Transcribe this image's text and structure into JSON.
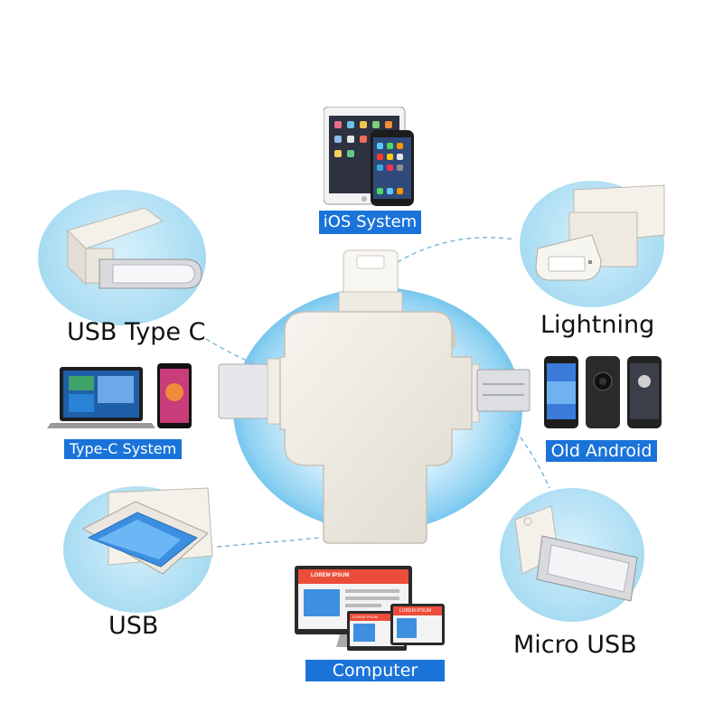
{
  "labels": {
    "usb_type_c": "USB Type C",
    "lightning": "Lightning",
    "usb": "USB",
    "micro_usb": "Micro USB"
  },
  "tags": {
    "ios_system": "iOS System",
    "type_c_system": "Type-C System",
    "old_android": "Old Android",
    "computer": "Computer"
  },
  "screens": {
    "website_banner": "LOREM IPSUM",
    "laptop_banner": "LOREM IPSUM",
    "tablet_banner": "LOREM IPSUM"
  },
  "colors": {
    "tag_blue": "#1a73d9",
    "circle_blue": "#a9dcf2",
    "metal": "#ece9e2",
    "dashed_line": "#7fb8d8"
  }
}
